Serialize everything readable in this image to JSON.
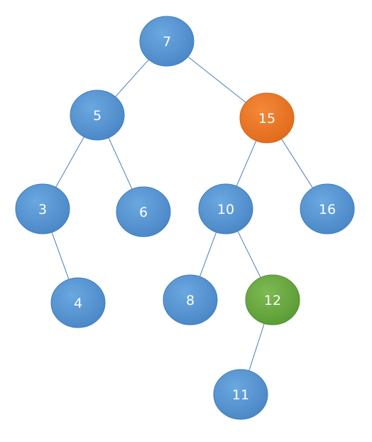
{
  "diagram": {
    "type": "binary-tree",
    "colors": {
      "default_node": "#5b9bd5",
      "default_node_dark": "#3f7fbf",
      "highlight_node": "#ed7d31",
      "highlight_node_dark": "#d2691e",
      "target_node": "#70ad47",
      "target_node_dark": "#4f8f2f",
      "edge": "#4a7ebb",
      "label": "#ffffff"
    },
    "nodes": [
      {
        "id": "n7",
        "label": "7",
        "style": "default"
      },
      {
        "id": "n5",
        "label": "5",
        "style": "default"
      },
      {
        "id": "n15",
        "label": "15",
        "style": "highlight"
      },
      {
        "id": "n3",
        "label": "3",
        "style": "default"
      },
      {
        "id": "n6",
        "label": "6",
        "style": "default"
      },
      {
        "id": "n10",
        "label": "10",
        "style": "default"
      },
      {
        "id": "n16",
        "label": "16",
        "style": "default"
      },
      {
        "id": "n4",
        "label": "4",
        "style": "default"
      },
      {
        "id": "n8",
        "label": "8",
        "style": "default"
      },
      {
        "id": "n12",
        "label": "12",
        "style": "target"
      },
      {
        "id": "n11",
        "label": "11",
        "style": "default"
      }
    ],
    "edges": [
      {
        "from": "n7",
        "to": "n5"
      },
      {
        "from": "n7",
        "to": "n15"
      },
      {
        "from": "n5",
        "to": "n3"
      },
      {
        "from": "n5",
        "to": "n6"
      },
      {
        "from": "n15",
        "to": "n10"
      },
      {
        "from": "n15",
        "to": "n16"
      },
      {
        "from": "n3",
        "to": "n4"
      },
      {
        "from": "n10",
        "to": "n8"
      },
      {
        "from": "n10",
        "to": "n12"
      },
      {
        "from": "n12",
        "to": "n11"
      }
    ]
  }
}
